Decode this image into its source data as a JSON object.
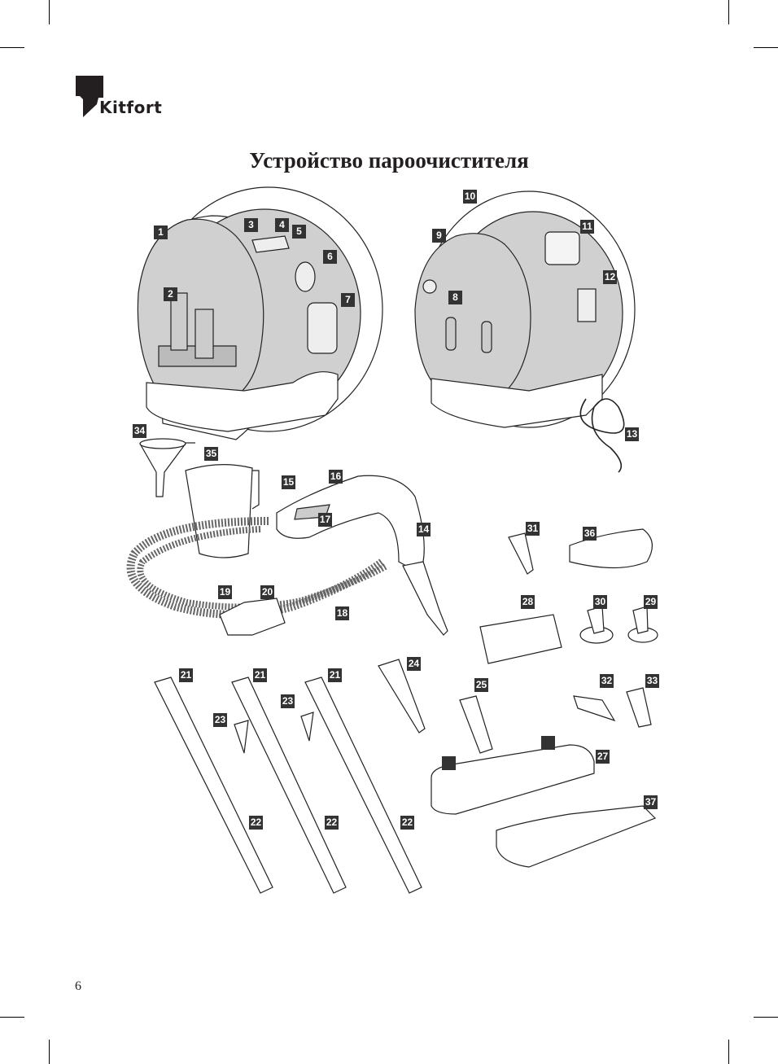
{
  "brand": {
    "name": "Kitfort"
  },
  "page_title": "Устройство пароочистителя",
  "page_number": "6",
  "colors": {
    "label_bg": "#333333",
    "label_text": "#ffffff",
    "body_fill": "#d0d0d0",
    "text": "#231f20"
  },
  "callouts": [
    {
      "id": "1",
      "text": "1"
    },
    {
      "id": "2",
      "text": "2"
    },
    {
      "id": "3",
      "text": "3"
    },
    {
      "id": "4",
      "text": "4"
    },
    {
      "id": "5",
      "text": "5"
    },
    {
      "id": "6",
      "text": "6"
    },
    {
      "id": "7",
      "text": "7"
    },
    {
      "id": "8",
      "text": "8"
    },
    {
      "id": "9",
      "text": "9"
    },
    {
      "id": "10",
      "text": "10"
    },
    {
      "id": "11",
      "text": "11"
    },
    {
      "id": "12",
      "text": "12"
    },
    {
      "id": "13",
      "text": "13"
    },
    {
      "id": "14",
      "text": "14"
    },
    {
      "id": "15",
      "text": "15"
    },
    {
      "id": "16",
      "text": "16"
    },
    {
      "id": "17",
      "text": "17"
    },
    {
      "id": "18",
      "text": "18"
    },
    {
      "id": "19",
      "text": "19"
    },
    {
      "id": "20",
      "text": "20"
    },
    {
      "id": "21a",
      "text": "21"
    },
    {
      "id": "21b",
      "text": "21"
    },
    {
      "id": "21c",
      "text": "21"
    },
    {
      "id": "22a",
      "text": "22"
    },
    {
      "id": "22b",
      "text": "22"
    },
    {
      "id": "22c",
      "text": "22"
    },
    {
      "id": "23a",
      "text": "23"
    },
    {
      "id": "23b",
      "text": "23"
    },
    {
      "id": "24",
      "text": "24"
    },
    {
      "id": "25",
      "text": "25"
    },
    {
      "id": "26a",
      "text": ""
    },
    {
      "id": "26b",
      "text": ""
    },
    {
      "id": "27",
      "text": "27"
    },
    {
      "id": "28",
      "text": "28"
    },
    {
      "id": "29",
      "text": "29"
    },
    {
      "id": "30",
      "text": "30"
    },
    {
      "id": "31",
      "text": "31"
    },
    {
      "id": "32",
      "text": "32"
    },
    {
      "id": "33",
      "text": "33"
    },
    {
      "id": "34",
      "text": "34"
    },
    {
      "id": "35",
      "text": "35"
    },
    {
      "id": "36",
      "text": "36"
    },
    {
      "id": "37",
      "text": "37"
    }
  ]
}
